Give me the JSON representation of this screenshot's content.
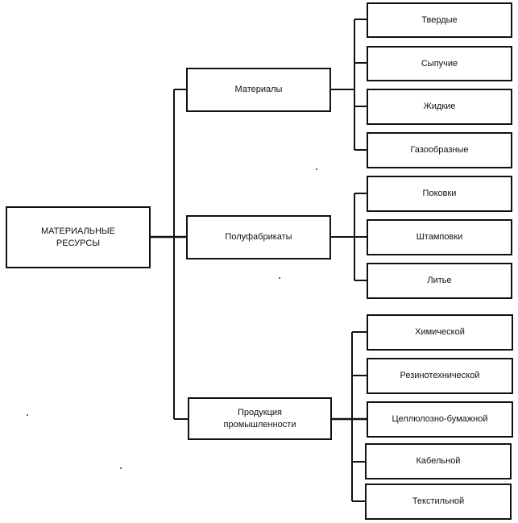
{
  "root": {
    "label_line1": "МАТЕРИАЛЬНЫЕ",
    "label_line2": "РЕСУРСЫ"
  },
  "categories": [
    {
      "label_line1": "Материалы",
      "label_line2": "",
      "children": [
        "Твердые",
        "Сыпучие",
        "Жидкие",
        "Газообразные"
      ]
    },
    {
      "label_line1": "Полуфабрикаты",
      "label_line2": "",
      "children": [
        "Поковки",
        "Штамповки",
        "Литье"
      ]
    },
    {
      "label_line1": "Продукция",
      "label_line2": "промышленности",
      "children": [
        "Химической",
        "Резинотехнической",
        "Целлюлозно-бумажной",
        "Кабельной",
        "Текстильной"
      ]
    }
  ]
}
